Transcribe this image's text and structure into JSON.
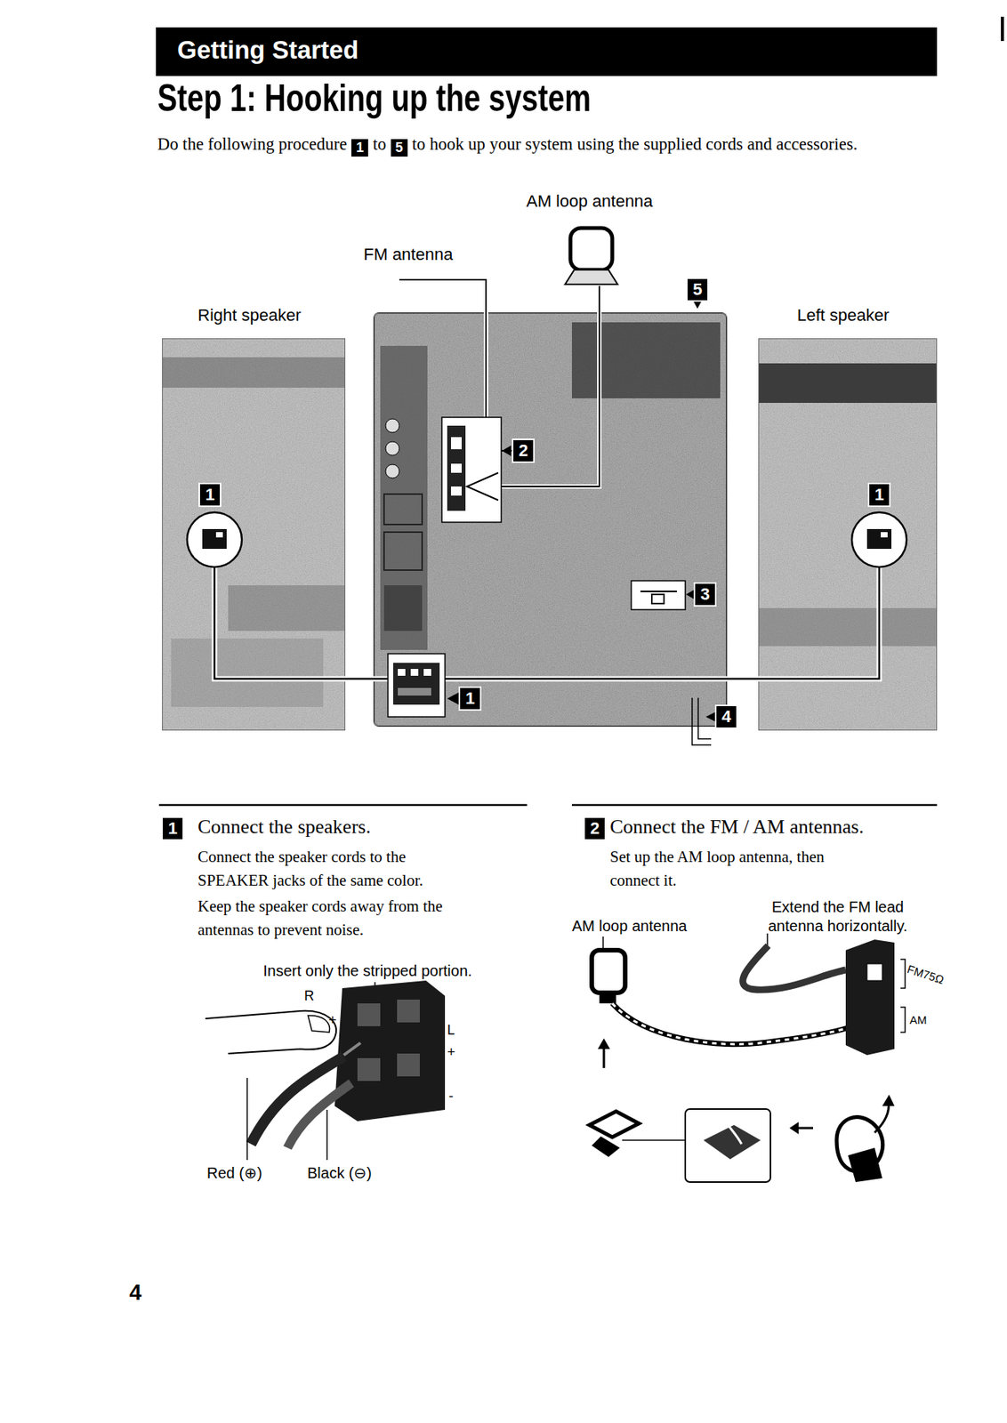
{
  "diagram": {
    "title": "Step 1: Hooking up the system",
    "nodes": [
      {
        "text": [
          "Getting Started"
        ]
      },
      {
        "text": [
          "Right speaker"
        ]
      },
      {
        "text": [
          "Left speaker"
        ]
      }
    ],
    "labels": [
      "Do the following procedure",
      "1",
      "to",
      "5",
      "to hook up your system using the supplied cords and accessories.",
      "AM loop antenna",
      "FM antenna",
      "5",
      "2",
      "1",
      "1",
      "3",
      "1",
      "4",
      "1",
      "Connect the speakers.",
      "Connect the speaker cords to the SPEAKER jacks of the same color.",
      "Keep the speaker cords away from the antennas to prevent noise.",
      "Insert only the stripped portion.",
      "R",
      "+",
      "L",
      "+",
      "-",
      "Red (⊕)",
      "Black (⊖)",
      "2",
      "Connect the FM / AM antennas.",
      "Set up the AM loop antenna, then connect it.",
      "AM loop antenna",
      "Extend the FM lead antenna horizontally.",
      "FM75Ω",
      "AM",
      "4"
    ]
  }
}
